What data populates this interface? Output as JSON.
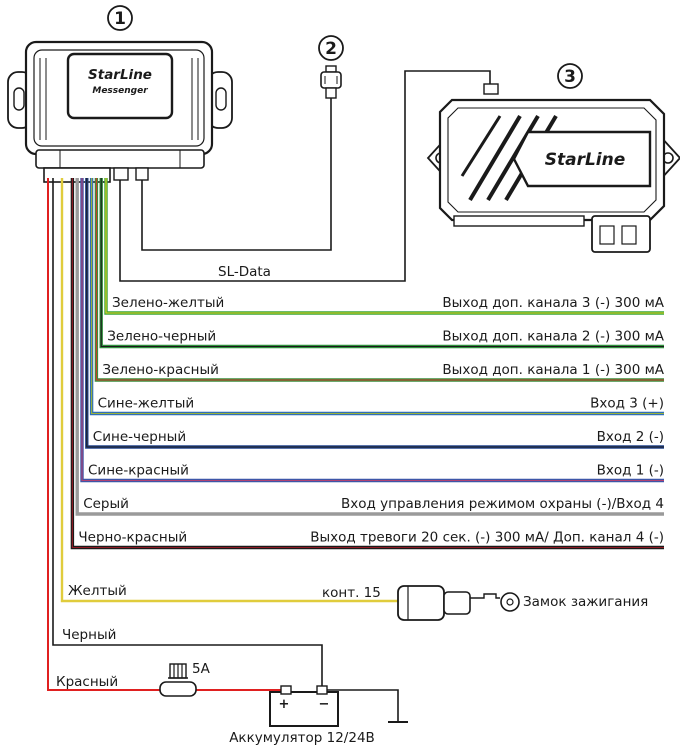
{
  "devices": {
    "unit1": {
      "number": "1",
      "brand": "StarLine",
      "model": "Messenger"
    },
    "unit2": {
      "number": "2"
    },
    "unit3": {
      "number": "3",
      "brand": "StarLine"
    }
  },
  "bus_label": "SL-Data",
  "wires": [
    {
      "name": "Зелено-желтый",
      "function": "Выход доп. канала 3 (-) 300 мА",
      "color": "#3aa53a",
      "stripe": "#e3d21e"
    },
    {
      "name": "Зелено-черный",
      "function": "Выход доп. канала 2 (-) 300 мА",
      "color": "#2f8f3c",
      "stripe": "#1a1a1a"
    },
    {
      "name": "Зелено-красный",
      "function": "Выход доп. канала 1 (-) 300 мА",
      "color": "#3a8e3c",
      "stripe": "#cc3b2a"
    },
    {
      "name": "Сине-желтый",
      "function": "Вход 3 (+)",
      "color": "#2f6fb8",
      "stripe": "#9cb33a"
    },
    {
      "name": "Сине-черный",
      "function": "Вход 2 (-)",
      "color": "#24478f",
      "stripe": "#1a1a1a"
    },
    {
      "name": "Сине-красный",
      "function": "Вход 1 (-)",
      "color": "#3d56a8",
      "stripe": "#b04272"
    },
    {
      "name": "Серый",
      "function": "Вход управления режимом охраны (-)/Вход 4",
      "color": "#9a9a9a",
      "stripe": "#9a9a9a"
    },
    {
      "name": "Черно-красный",
      "function": "Выход тревоги 20 сек. (-) 300 мА/ Доп. канал 4 (-)",
      "color": "#1a1a1a",
      "stripe": "#8f1a24"
    }
  ],
  "ignition": {
    "wire": "Желтый",
    "contact": "конт. 15",
    "lock_label": "Замок зажигания",
    "color": "#e0cc3c"
  },
  "power": {
    "black_wire": "Черный",
    "red_wire": "Красный",
    "fuse": "5A",
    "plus": "+",
    "minus": "−",
    "battery_label": "Аккумулятор 12/24В",
    "red_color": "#e02020",
    "black_color": "#1a1a1a"
  }
}
